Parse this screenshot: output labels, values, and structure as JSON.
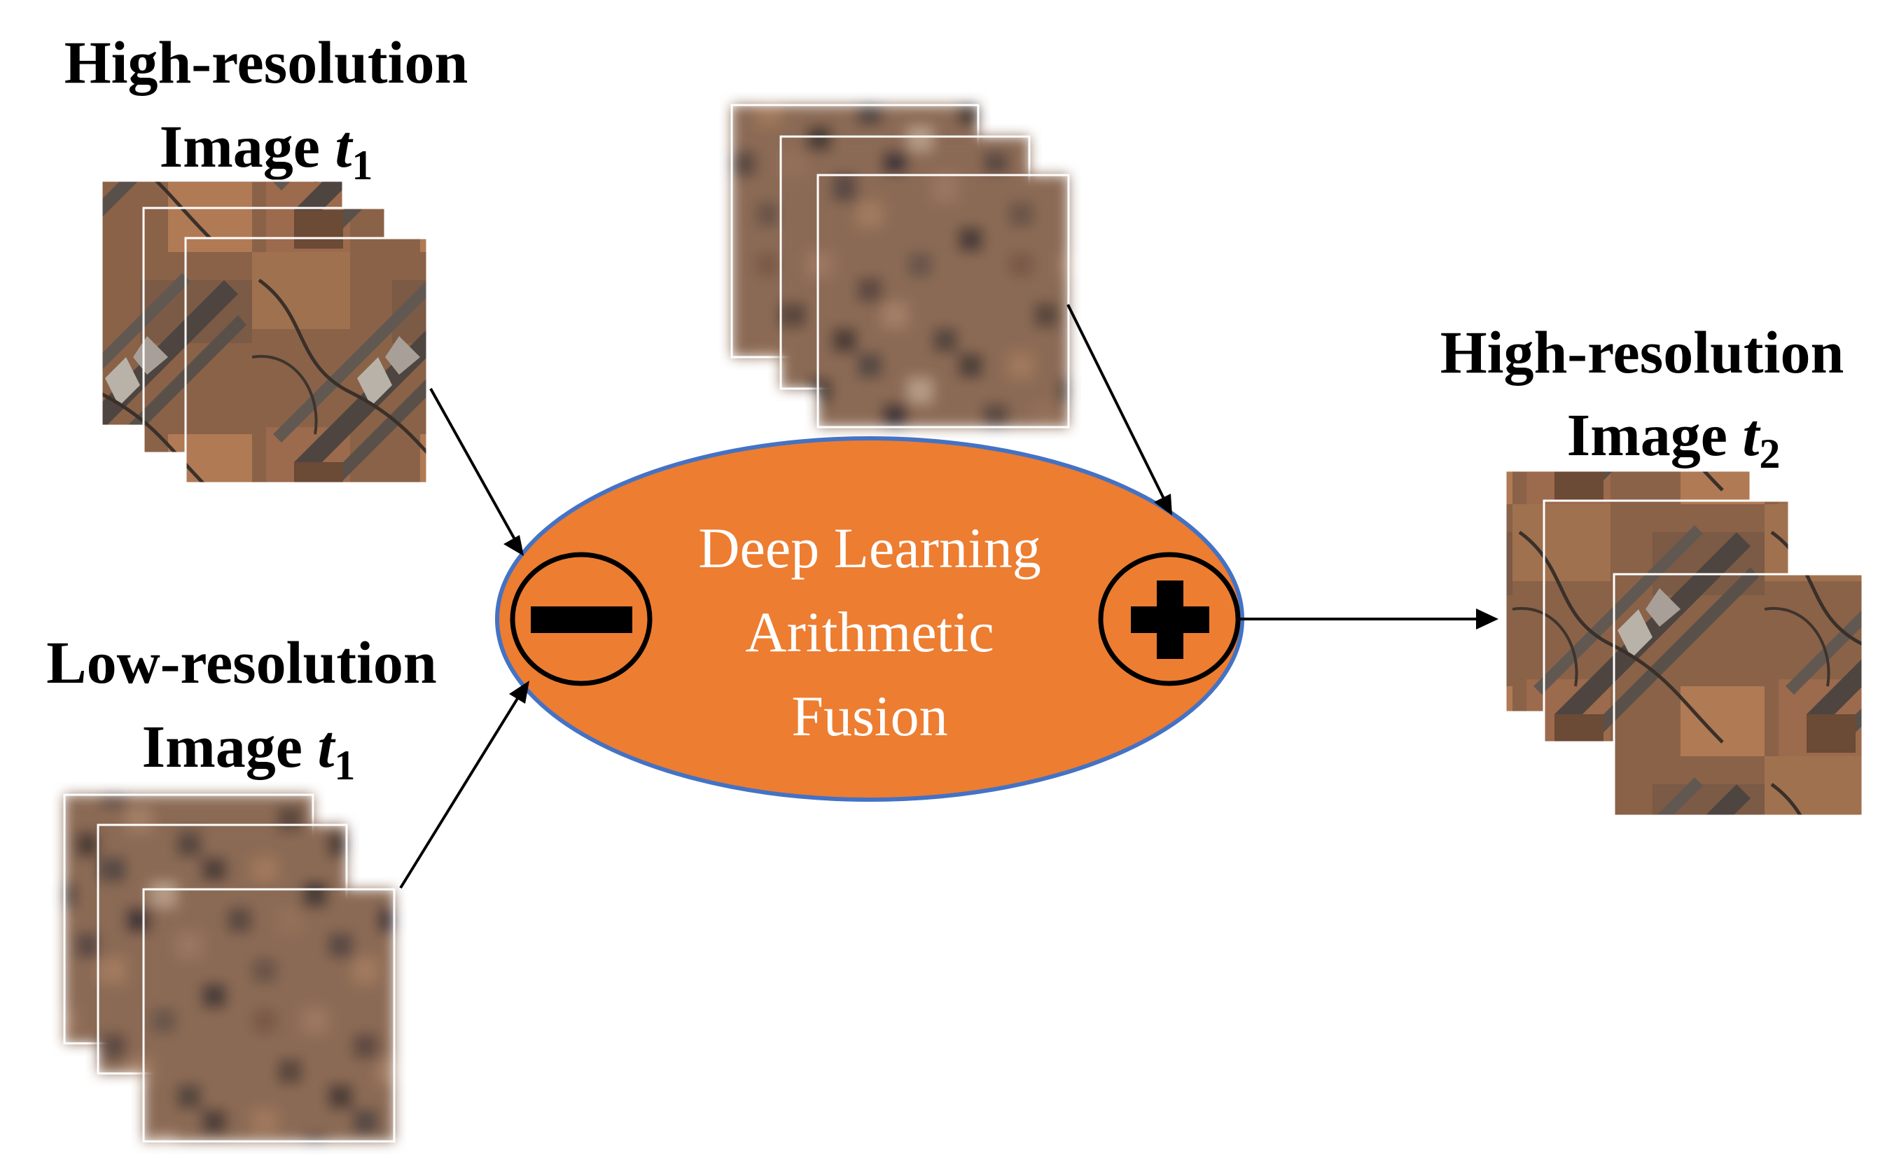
{
  "inputs": {
    "hr_t1": {
      "line1": "High-resolution",
      "line2": "Image ",
      "var": "t",
      "sub": "1"
    },
    "lr_t1": {
      "line1": "Low-resolution",
      "line2": "Image ",
      "var": "t",
      "sub": "1"
    }
  },
  "output": {
    "hr_t2": {
      "line1": "High-resolution",
      "line2": "Image ",
      "var": "t",
      "sub": "2"
    }
  },
  "fusion": {
    "line1": "Deep Learning",
    "line2": "Arithmetic",
    "line3": "Fusion",
    "fill_color": "#ED7D31",
    "border_color": "#4472C4"
  },
  "operators": {
    "minus": "minus-icon",
    "plus": "plus-icon"
  }
}
